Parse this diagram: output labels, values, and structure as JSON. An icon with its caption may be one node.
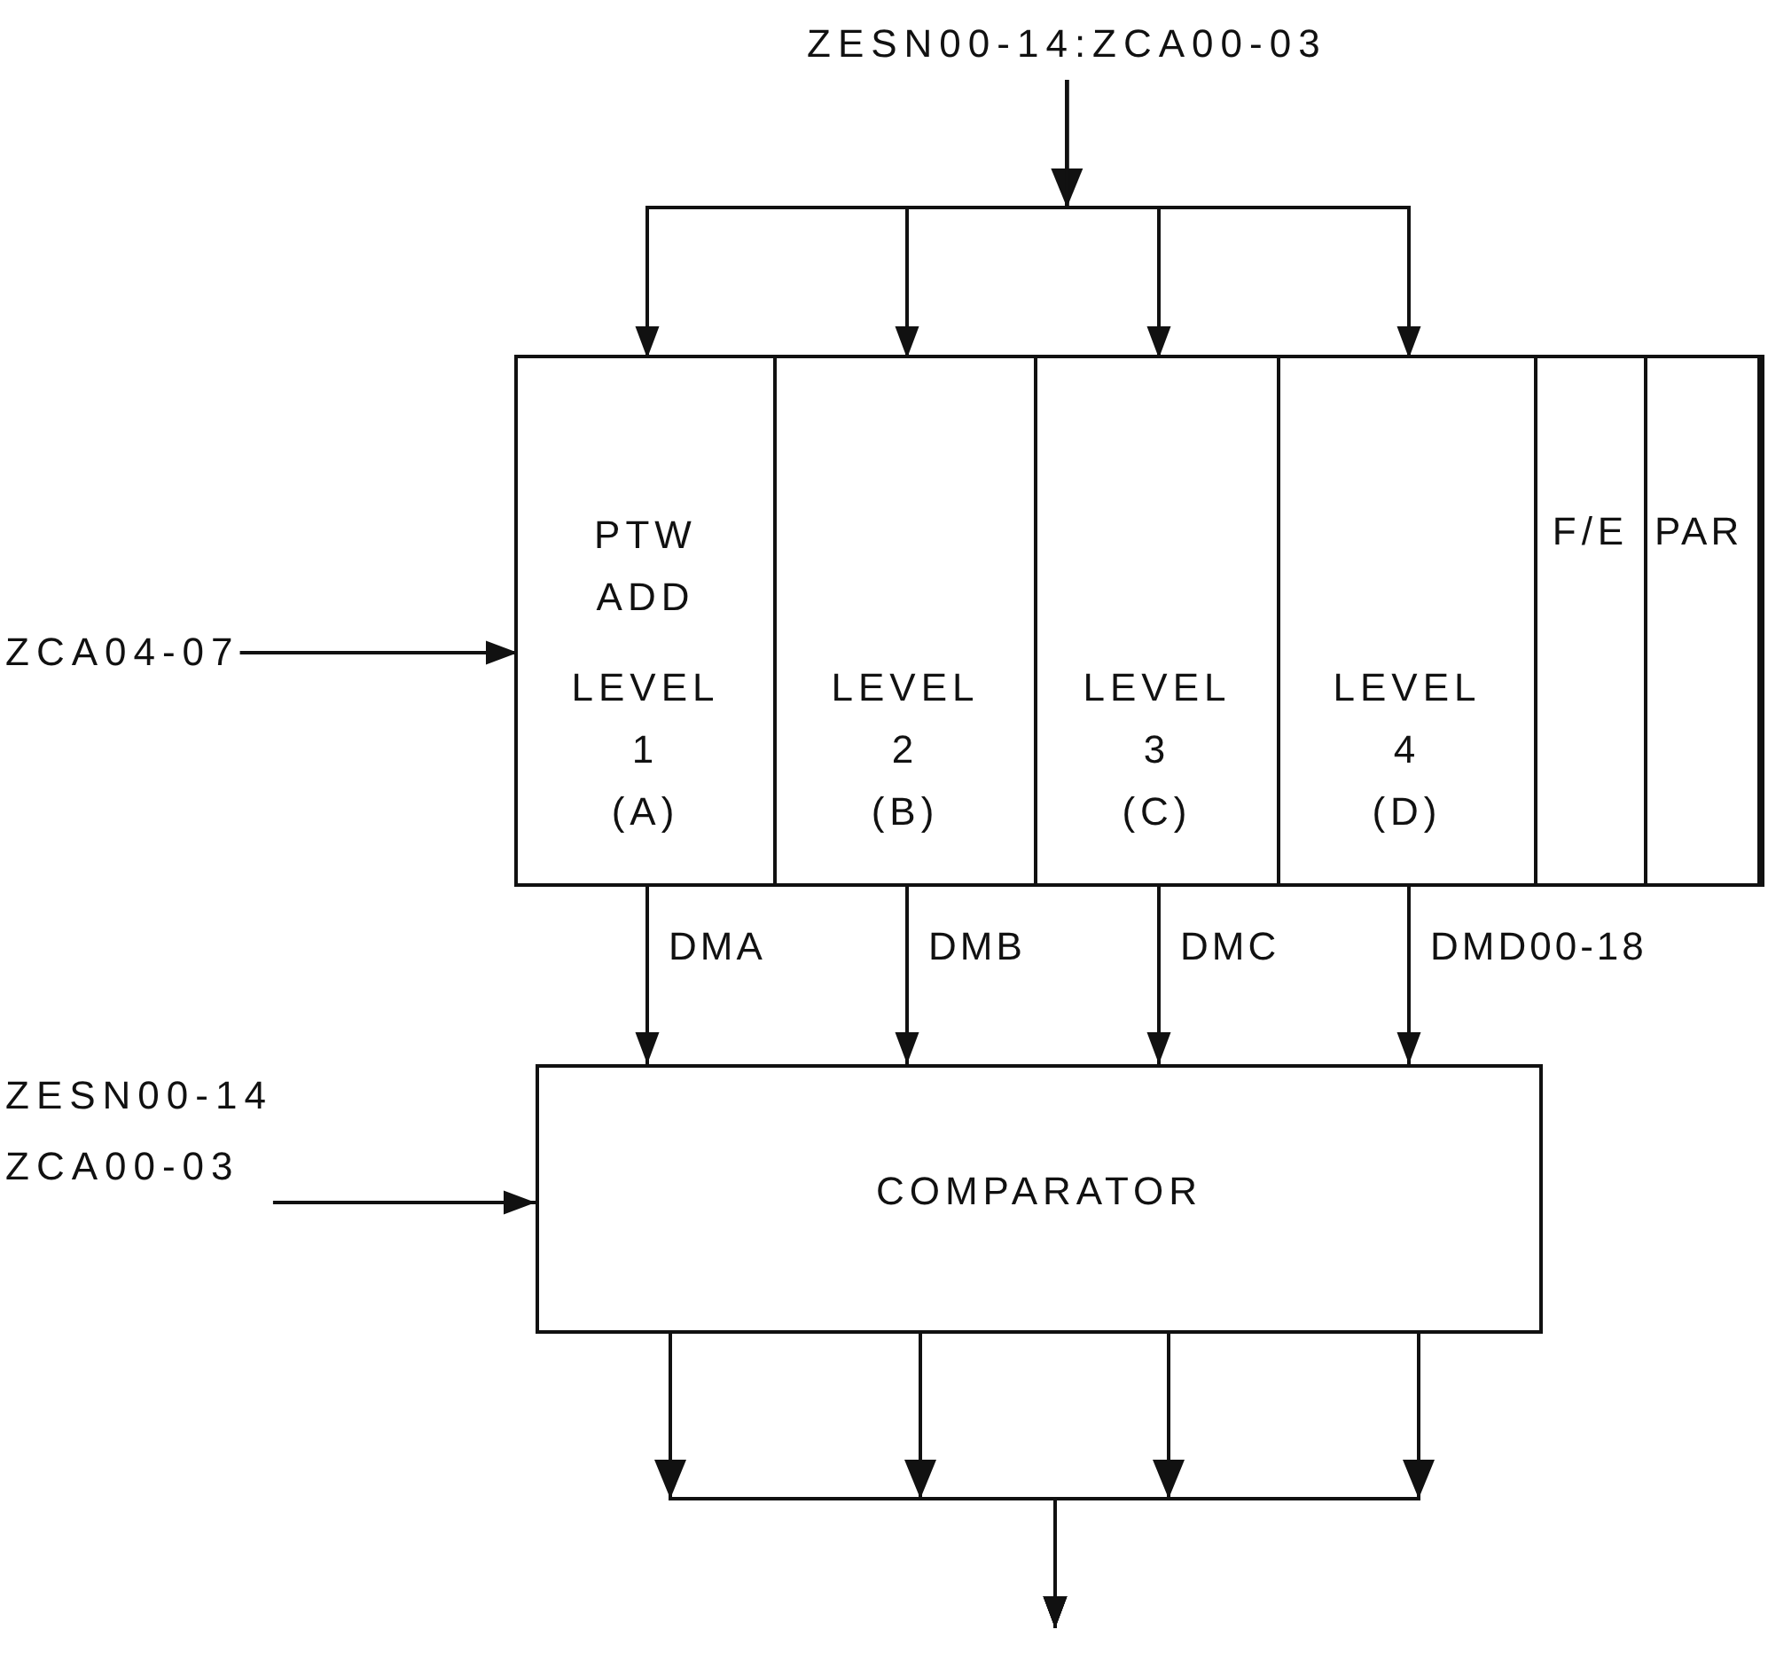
{
  "diagram": {
    "nodes": [
      {
        "text": [
          "ZESN00-14:ZCA00-03"
        ]
      },
      {
        "text": [],
        "shape": "box"
      },
      {
        "text": [
          "PTW ADD",
          "LEVEL 1 (A)"
        ],
        "in": 1
      },
      {
        "text": [
          "LEVEL 2 (B)"
        ],
        "in": 1
      },
      {
        "text": [
          "LEVEL 3 (C)"
        ],
        "in": 1
      },
      {
        "text": [
          "LEVEL 4 (D)"
        ],
        "in": 1
      },
      {
        "text": [
          "F/E"
        ],
        "in": 1
      },
      {
        "text": [
          "PAR"
        ],
        "in": 1
      },
      {
        "text": [
          "ZCA04-07"
        ]
      },
      {
        "text": [
          "COMPARATOR"
        ]
      },
      {
        "text": [
          "ZESN00-14 ZCA00-03"
        ]
      }
    ],
    "edges": [
      {
        "from": 0,
        "to": 2,
        "arrow": "to"
      },
      {
        "from": 0,
        "to": 3,
        "arrow": "to"
      },
      {
        "from": 0,
        "to": 4,
        "arrow": "to"
      },
      {
        "from": 0,
        "to": 5,
        "arrow": "to"
      },
      {
        "from": 8,
        "to": 2,
        "arrow": "to"
      },
      {
        "from": 2,
        "to": 9,
        "label": "DMA",
        "arrow": "to"
      },
      {
        "from": 3,
        "to": 9,
        "label": "DMB",
        "arrow": "to"
      },
      {
        "from": 4,
        "to": 9,
        "label": "DMC",
        "arrow": "to"
      },
      {
        "from": 5,
        "to": 9,
        "label": "DMD00-18",
        "arrow": "to"
      },
      {
        "from": 10,
        "to": 9,
        "arrow": "to"
      },
      {
        "from": 9,
        "to": null,
        "arrow": "to"
      },
      {
        "from": 9,
        "to": null,
        "arrow": "to"
      },
      {
        "from": 9,
        "to": null,
        "arrow": "to"
      },
      {
        "from": 9,
        "to": null,
        "arrow": "to"
      }
    ]
  }
}
